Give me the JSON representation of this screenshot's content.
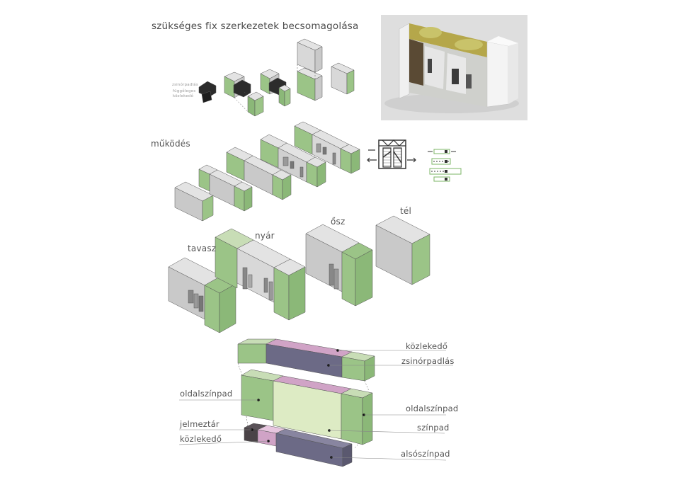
{
  "title": "szükséges fix szerkezetek becsomagolása",
  "small_labels": [
    "zsinórpadlás",
    "függőleges",
    "közlekedő"
  ],
  "sections": {
    "operation": "működés",
    "seasons": [
      "tavasz",
      "nyár",
      "ősz",
      "tél"
    ]
  },
  "legend_labels": {
    "kozlekedo_top": "közlekedő",
    "zsinorpadlas": "zsinórpadlás",
    "oldalszinpad_left": "oldalszínpad",
    "oldalszinpad_right": "oldalszínpad",
    "jelmeztar": "jelmeztár",
    "szinpad": "színpad",
    "kozlekedo_bottom": "közlekedő",
    "alsoszinpad": "alsószínpad"
  },
  "colors": {
    "green": "#9bc487",
    "green_side": "#8bb878",
    "gray_top": "#e3e3e3",
    "gray_front": "#c9c9c9",
    "stage_light": "#ddebc4",
    "purple": "#6c6a86",
    "pink": "#d0a3c6",
    "dark": "#4a4347"
  }
}
